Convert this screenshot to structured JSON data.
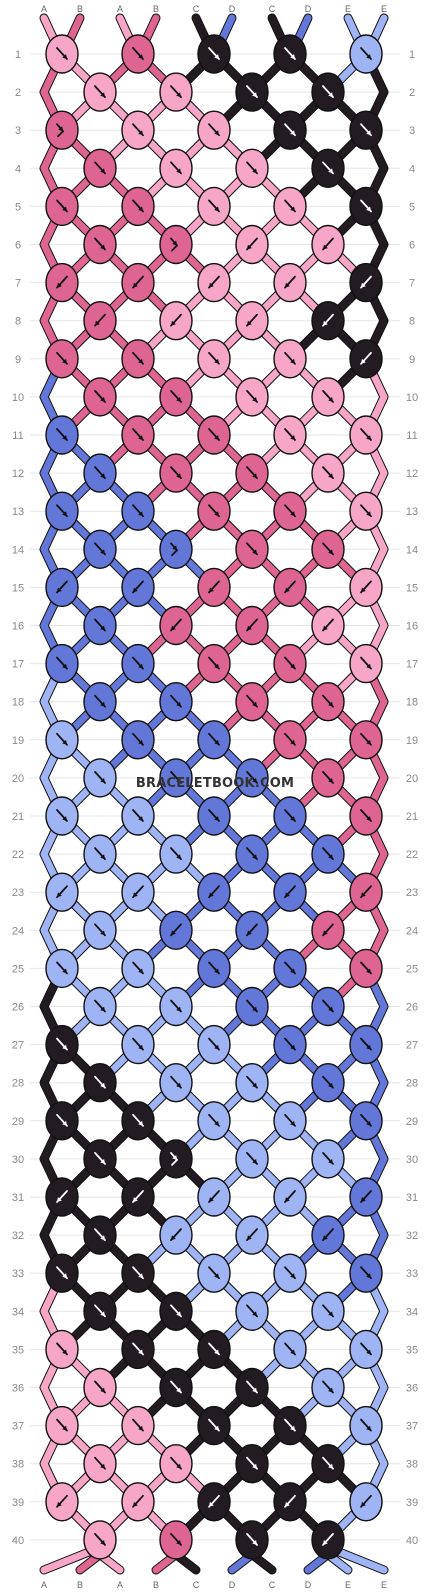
{
  "palette": {
    "A": "#f7a6c7",
    "B": "#de6592",
    "C": "#231b22",
    "D": "#6377d9",
    "E": "#9fb4f5"
  },
  "top_labels": [
    "A",
    "B",
    "A",
    "B",
    "C",
    "D",
    "C",
    "D",
    "E",
    "E"
  ],
  "bottom_labels": [
    "A",
    "B",
    "A",
    "B",
    "C",
    "D",
    "C",
    "D",
    "E",
    "E"
  ],
  "rows": [
    "1",
    "2",
    "3",
    "4",
    "5",
    "6",
    "7",
    "8",
    "9",
    "10",
    "11",
    "12",
    "13",
    "14",
    "15",
    "16",
    "17",
    "18",
    "19",
    "20",
    "21",
    "22",
    "23",
    "24",
    "25",
    "26",
    "27",
    "28",
    "29",
    "30",
    "31",
    "32",
    "33",
    "34",
    "35",
    "36",
    "37",
    "38",
    "39",
    "40"
  ],
  "watermark": "BRACELETBOOK.COM",
  "knots": [
    [
      [
        "A",
        "r"
      ],
      [
        "B",
        "r"
      ],
      [
        "C",
        "r"
      ],
      [
        "C",
        "r"
      ],
      [
        "E",
        "r"
      ]
    ],
    [
      [
        "A",
        "r"
      ],
      [
        "A",
        "r"
      ],
      [
        "C",
        "r"
      ],
      [
        "C",
        "r"
      ]
    ],
    [
      [
        "B",
        "rl"
      ],
      [
        "A",
        "r"
      ],
      [
        "A",
        "r"
      ],
      [
        "C",
        "r"
      ],
      [
        "C",
        "r"
      ]
    ],
    [
      [
        "B",
        "r"
      ],
      [
        "A",
        "r"
      ],
      [
        "A",
        "r"
      ],
      [
        "C",
        "r"
      ]
    ],
    [
      [
        "B",
        "r"
      ],
      [
        "B",
        "r"
      ],
      [
        "A",
        "r"
      ],
      [
        "A",
        "r"
      ],
      [
        "C",
        "r"
      ]
    ],
    [
      [
        "B",
        "r"
      ],
      [
        "B",
        "rl"
      ],
      [
        "A",
        "l"
      ],
      [
        "A",
        "l"
      ]
    ],
    [
      [
        "B",
        "l"
      ],
      [
        "B",
        "l"
      ],
      [
        "A",
        "l"
      ],
      [
        "A",
        "l"
      ],
      [
        "C",
        "l"
      ]
    ],
    [
      [
        "B",
        "l"
      ],
      [
        "A",
        "l"
      ],
      [
        "A",
        "l"
      ],
      [
        "C",
        "l"
      ]
    ],
    [
      [
        "B",
        "r"
      ],
      [
        "B",
        "r"
      ],
      [
        "A",
        "r"
      ],
      [
        "A",
        "r"
      ],
      [
        "C",
        "l"
      ]
    ],
    [
      [
        "B",
        "r"
      ],
      [
        "B",
        "r"
      ],
      [
        "A",
        "r"
      ],
      [
        "A",
        "r"
      ]
    ],
    [
      [
        "D",
        "r"
      ],
      [
        "B",
        "r"
      ],
      [
        "B",
        "r"
      ],
      [
        "A",
        "r"
      ],
      [
        "A",
        "r"
      ]
    ],
    [
      [
        "D",
        "r"
      ],
      [
        "B",
        "r"
      ],
      [
        "B",
        "r"
      ],
      [
        "A",
        "r"
      ]
    ],
    [
      [
        "D",
        "r"
      ],
      [
        "D",
        "r"
      ],
      [
        "B",
        "r"
      ],
      [
        "B",
        "r"
      ],
      [
        "A",
        "r"
      ]
    ],
    [
      [
        "D",
        "r"
      ],
      [
        "D",
        "rl"
      ],
      [
        "B",
        "r"
      ],
      [
        "B",
        "r"
      ]
    ],
    [
      [
        "D",
        "l"
      ],
      [
        "D",
        "l"
      ],
      [
        "B",
        "l"
      ],
      [
        "B",
        "l"
      ],
      [
        "A",
        "l"
      ]
    ],
    [
      [
        "D",
        "r"
      ],
      [
        "B",
        "l"
      ],
      [
        "B",
        "l"
      ],
      [
        "A",
        "l"
      ]
    ],
    [
      [
        "D",
        "r"
      ],
      [
        "D",
        "r"
      ],
      [
        "B",
        "r"
      ],
      [
        "B",
        "r"
      ],
      [
        "A",
        "r"
      ]
    ],
    [
      [
        "D",
        "r"
      ],
      [
        "D",
        "r"
      ],
      [
        "B",
        "r"
      ],
      [
        "B",
        "r"
      ]
    ],
    [
      [
        "E",
        "r"
      ],
      [
        "D",
        "r"
      ],
      [
        "D",
        "r"
      ],
      [
        "B",
        "r"
      ],
      [
        "B",
        "r"
      ]
    ],
    [
      [
        "E",
        "r"
      ],
      [
        "D",
        "r"
      ],
      [
        "D",
        "r"
      ],
      [
        "B",
        "r"
      ]
    ],
    [
      [
        "E",
        "r"
      ],
      [
        "E",
        "r"
      ],
      [
        "D",
        "r"
      ],
      [
        "D",
        "r"
      ],
      [
        "B",
        "r"
      ]
    ],
    [
      [
        "E",
        "r"
      ],
      [
        "E",
        "r"
      ],
      [
        "D",
        "r"
      ],
      [
        "D",
        "r"
      ]
    ],
    [
      [
        "E",
        "l"
      ],
      [
        "E",
        "l"
      ],
      [
        "D",
        "l"
      ],
      [
        "D",
        "l"
      ],
      [
        "B",
        "l"
      ]
    ],
    [
      [
        "E",
        "r"
      ],
      [
        "D",
        "l"
      ],
      [
        "D",
        "l"
      ],
      [
        "B",
        "l"
      ]
    ],
    [
      [
        "E",
        "r"
      ],
      [
        "E",
        "r"
      ],
      [
        "D",
        "r"
      ],
      [
        "D",
        "r"
      ],
      [
        "B",
        "r"
      ]
    ],
    [
      [
        "E",
        "r"
      ],
      [
        "E",
        "r"
      ],
      [
        "D",
        "r"
      ],
      [
        "D",
        "r"
      ]
    ],
    [
      [
        "C",
        "r"
      ],
      [
        "E",
        "r"
      ],
      [
        "E",
        "r"
      ],
      [
        "D",
        "r"
      ],
      [
        "D",
        "r"
      ]
    ],
    [
      [
        "C",
        "r"
      ],
      [
        "E",
        "r"
      ],
      [
        "E",
        "r"
      ],
      [
        "D",
        "r"
      ]
    ],
    [
      [
        "C",
        "r"
      ],
      [
        "C",
        "r"
      ],
      [
        "E",
        "r"
      ],
      [
        "E",
        "r"
      ],
      [
        "D",
        "r"
      ]
    ],
    [
      [
        "C",
        "r"
      ],
      [
        "C",
        "rl"
      ],
      [
        "E",
        "r"
      ],
      [
        "E",
        "r"
      ]
    ],
    [
      [
        "C",
        "l"
      ],
      [
        "C",
        "l"
      ],
      [
        "E",
        "l"
      ],
      [
        "E",
        "l"
      ],
      [
        "D",
        "l"
      ]
    ],
    [
      [
        "C",
        "r"
      ],
      [
        "E",
        "l"
      ],
      [
        "E",
        "l"
      ],
      [
        "D",
        "l"
      ]
    ],
    [
      [
        "C",
        "r"
      ],
      [
        "C",
        "r"
      ],
      [
        "E",
        "r"
      ],
      [
        "E",
        "r"
      ],
      [
        "D",
        "r"
      ]
    ],
    [
      [
        "C",
        "r"
      ],
      [
        "C",
        "r"
      ],
      [
        "E",
        "r"
      ],
      [
        "E",
        "r"
      ]
    ],
    [
      [
        "A",
        "r"
      ],
      [
        "C",
        "r"
      ],
      [
        "C",
        "r"
      ],
      [
        "E",
        "r"
      ],
      [
        "E",
        "r"
      ]
    ],
    [
      [
        "A",
        "r"
      ],
      [
        "C",
        "r"
      ],
      [
        "C",
        "r"
      ],
      [
        "E",
        "r"
      ]
    ],
    [
      [
        "A",
        "r"
      ],
      [
        "A",
        "r"
      ],
      [
        "C",
        "r"
      ],
      [
        "C",
        "r"
      ],
      [
        "E",
        "r"
      ]
    ],
    [
      [
        "A",
        "r"
      ],
      [
        "A",
        "r"
      ],
      [
        "C",
        "r"
      ],
      [
        "C",
        "r"
      ]
    ],
    [
      [
        "A",
        "l"
      ],
      [
        "A",
        "l"
      ],
      [
        "C",
        "l"
      ],
      [
        "C",
        "l"
      ],
      [
        "E",
        "l"
      ]
    ],
    [
      [
        "A",
        "r"
      ],
      [
        "B",
        "r"
      ],
      [
        "C",
        "r"
      ],
      [
        "C",
        "l"
      ]
    ]
  ]
}
